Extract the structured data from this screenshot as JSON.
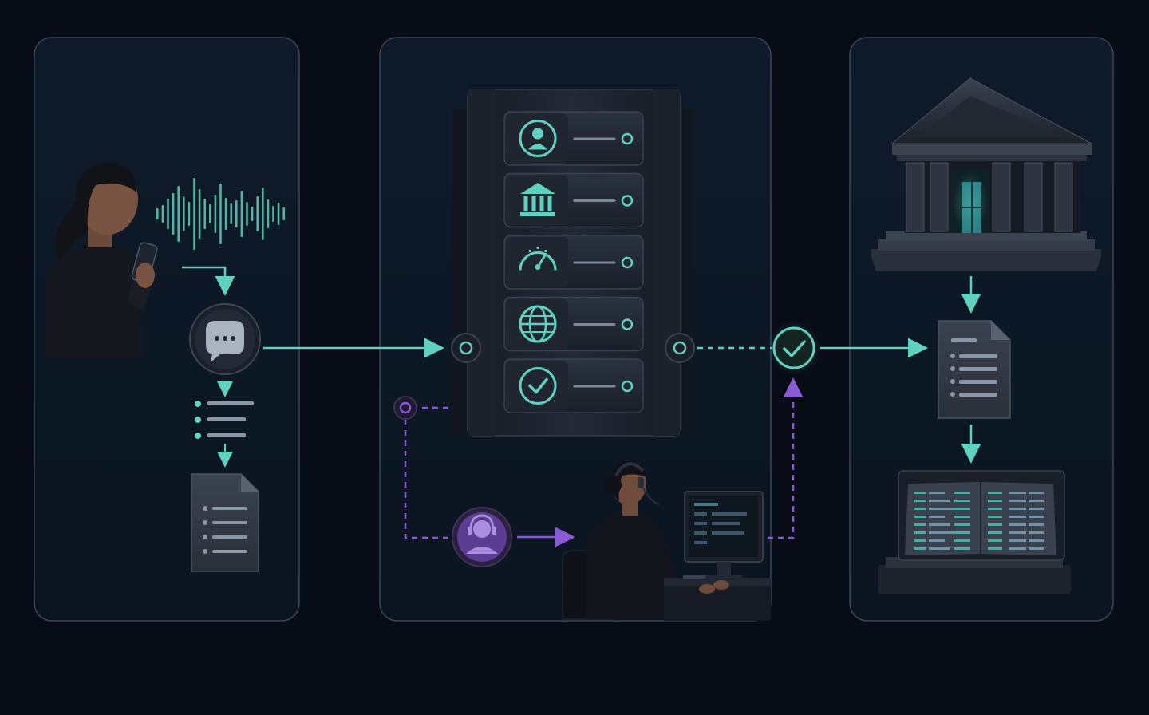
{
  "colors": {
    "background": "#070c17",
    "panel_fill": "#0d1826",
    "panel_border": "#3a4656",
    "teal_accent": "#5fd1c0",
    "purple_accent": "#8a5ad6",
    "device_dark": "#1b212c",
    "device_mid": "#272e3a"
  },
  "panels": [
    {
      "name": "capture-panel"
    },
    {
      "name": "processing-panel"
    },
    {
      "name": "institution-panel"
    }
  ],
  "processing_modules": [
    {
      "icon": "user-icon"
    },
    {
      "icon": "bank-icon"
    },
    {
      "icon": "gauge-icon"
    },
    {
      "icon": "globe-icon"
    },
    {
      "icon": "check-icon"
    }
  ],
  "waveform_bars": [
    14,
    22,
    38,
    52,
    70,
    44,
    30,
    90,
    62,
    38,
    24,
    48,
    76,
    40,
    26,
    34,
    58,
    30,
    18,
    44,
    66,
    36,
    20,
    28,
    16
  ],
  "icons": {
    "speaker": "woman-speaking-on-phone",
    "chat": "chat-bubble-icon",
    "list": "bullet-list-icon",
    "document": "document-icon",
    "human_review": "headset-agent-icon",
    "operator": "support-agent-at-desk",
    "verified": "check-circle-icon",
    "institution": "bank-building-icon",
    "report": "report-document-icon",
    "ledger": "ledger-book-icon"
  }
}
